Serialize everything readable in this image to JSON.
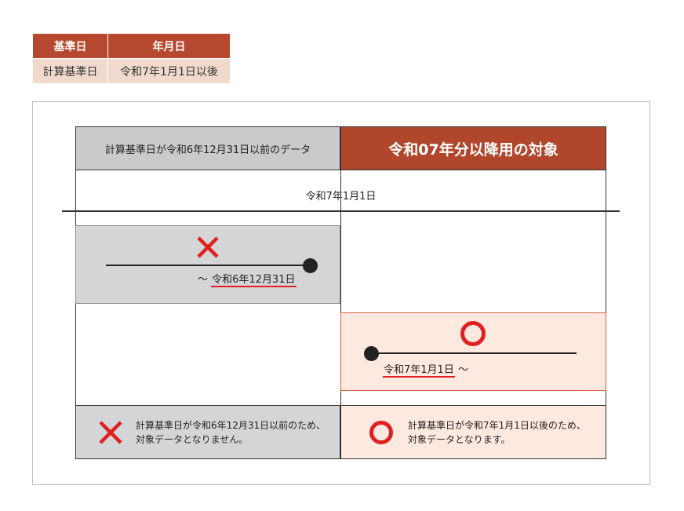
{
  "legend_table": {
    "headers": [
      "基準日",
      "年月日"
    ],
    "row": [
      "計算基準日",
      "令和7年1月1日以後"
    ]
  },
  "diagram": {
    "header_left": "計算基準日が令和6年12月31日以前のデータ",
    "header_right": "令和07年分以降用の対象",
    "boundary_date": "令和7年1月1日",
    "before_range": {
      "tilde": "～",
      "date": "令和6年12月31日",
      "mark": "cross"
    },
    "after_range": {
      "date": "令和7年1月1日",
      "tilde": "～",
      "mark": "circle"
    },
    "note_left": [
      "計算基準日が令和6年12月31日以前のため、",
      "対象データとなりません。"
    ],
    "note_right": [
      "計算基準日が令和7年1月1日以後のため、",
      "対象データとなります。"
    ]
  },
  "colors": {
    "accent": "#b0472c",
    "gray": "#d4d5d6",
    "pink": "#fde9e0",
    "red": "#e02020"
  }
}
